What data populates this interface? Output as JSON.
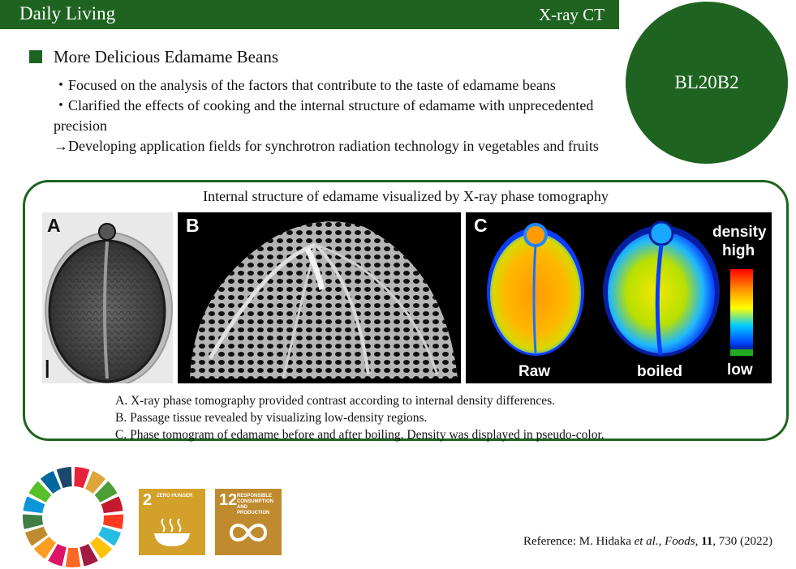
{
  "header": {
    "category": "Daily Living",
    "technique": "X-ray CT"
  },
  "beamline": {
    "label": "BL20B2"
  },
  "section": {
    "title": "More Delicious Edamame Beans",
    "bullets": [
      "・Focused on the analysis of the factors that contribute to the taste of edamame beans",
      "・Clarified the effects of cooking and the internal structure of edamame with unprecedented precision",
      "→Developing application fields for synchrotron radiation technology in vegetables and fruits"
    ]
  },
  "figure": {
    "title": "Internal structure of edamame visualized by X-ray phase tomography",
    "panels": [
      {
        "label": "A"
      },
      {
        "label": "B"
      },
      {
        "label": "C",
        "left_label": "Raw",
        "right_label": "boiled",
        "colorbar_title_1": "density",
        "colorbar_title_2": "high",
        "colorbar_low": "low"
      }
    ],
    "captions": [
      "A. X-ray phase tomography provided contrast according to internal density differences.",
      "B. Passage tissue revealed by visualizing low-density regions.",
      "C. Phase tomogram of edamame before and after boiling. Density was displayed in pseudo-color."
    ]
  },
  "sdgs": {
    "tiles": [
      {
        "number": "2",
        "text": "ZERO HUNGER",
        "color": "#d3a029",
        "icon": "soup-bowl-icon"
      },
      {
        "number": "12",
        "text": "RESPONSIBLE CONSUMPTION AND PRODUCTION",
        "color": "#bf8b2e",
        "icon": "infinity-loop-icon"
      }
    ],
    "wheel_colors": [
      "#e5243b",
      "#dda63a",
      "#4c9f38",
      "#c5192d",
      "#ff3a21",
      "#26bde2",
      "#fcc30b",
      "#a21942",
      "#fd6925",
      "#dd1367",
      "#fd9d24",
      "#bf8b2e",
      "#3f7e44",
      "#0a97d9",
      "#56c02b",
      "#00689d",
      "#19486a"
    ]
  },
  "reference": {
    "prefix": "Reference: M.  Hidaka ",
    "etal": "et al.",
    "journal": "Foods",
    "volume": "11",
    "rest": ", 730 (2022)"
  },
  "colors": {
    "brand_green": "#1e6420"
  }
}
